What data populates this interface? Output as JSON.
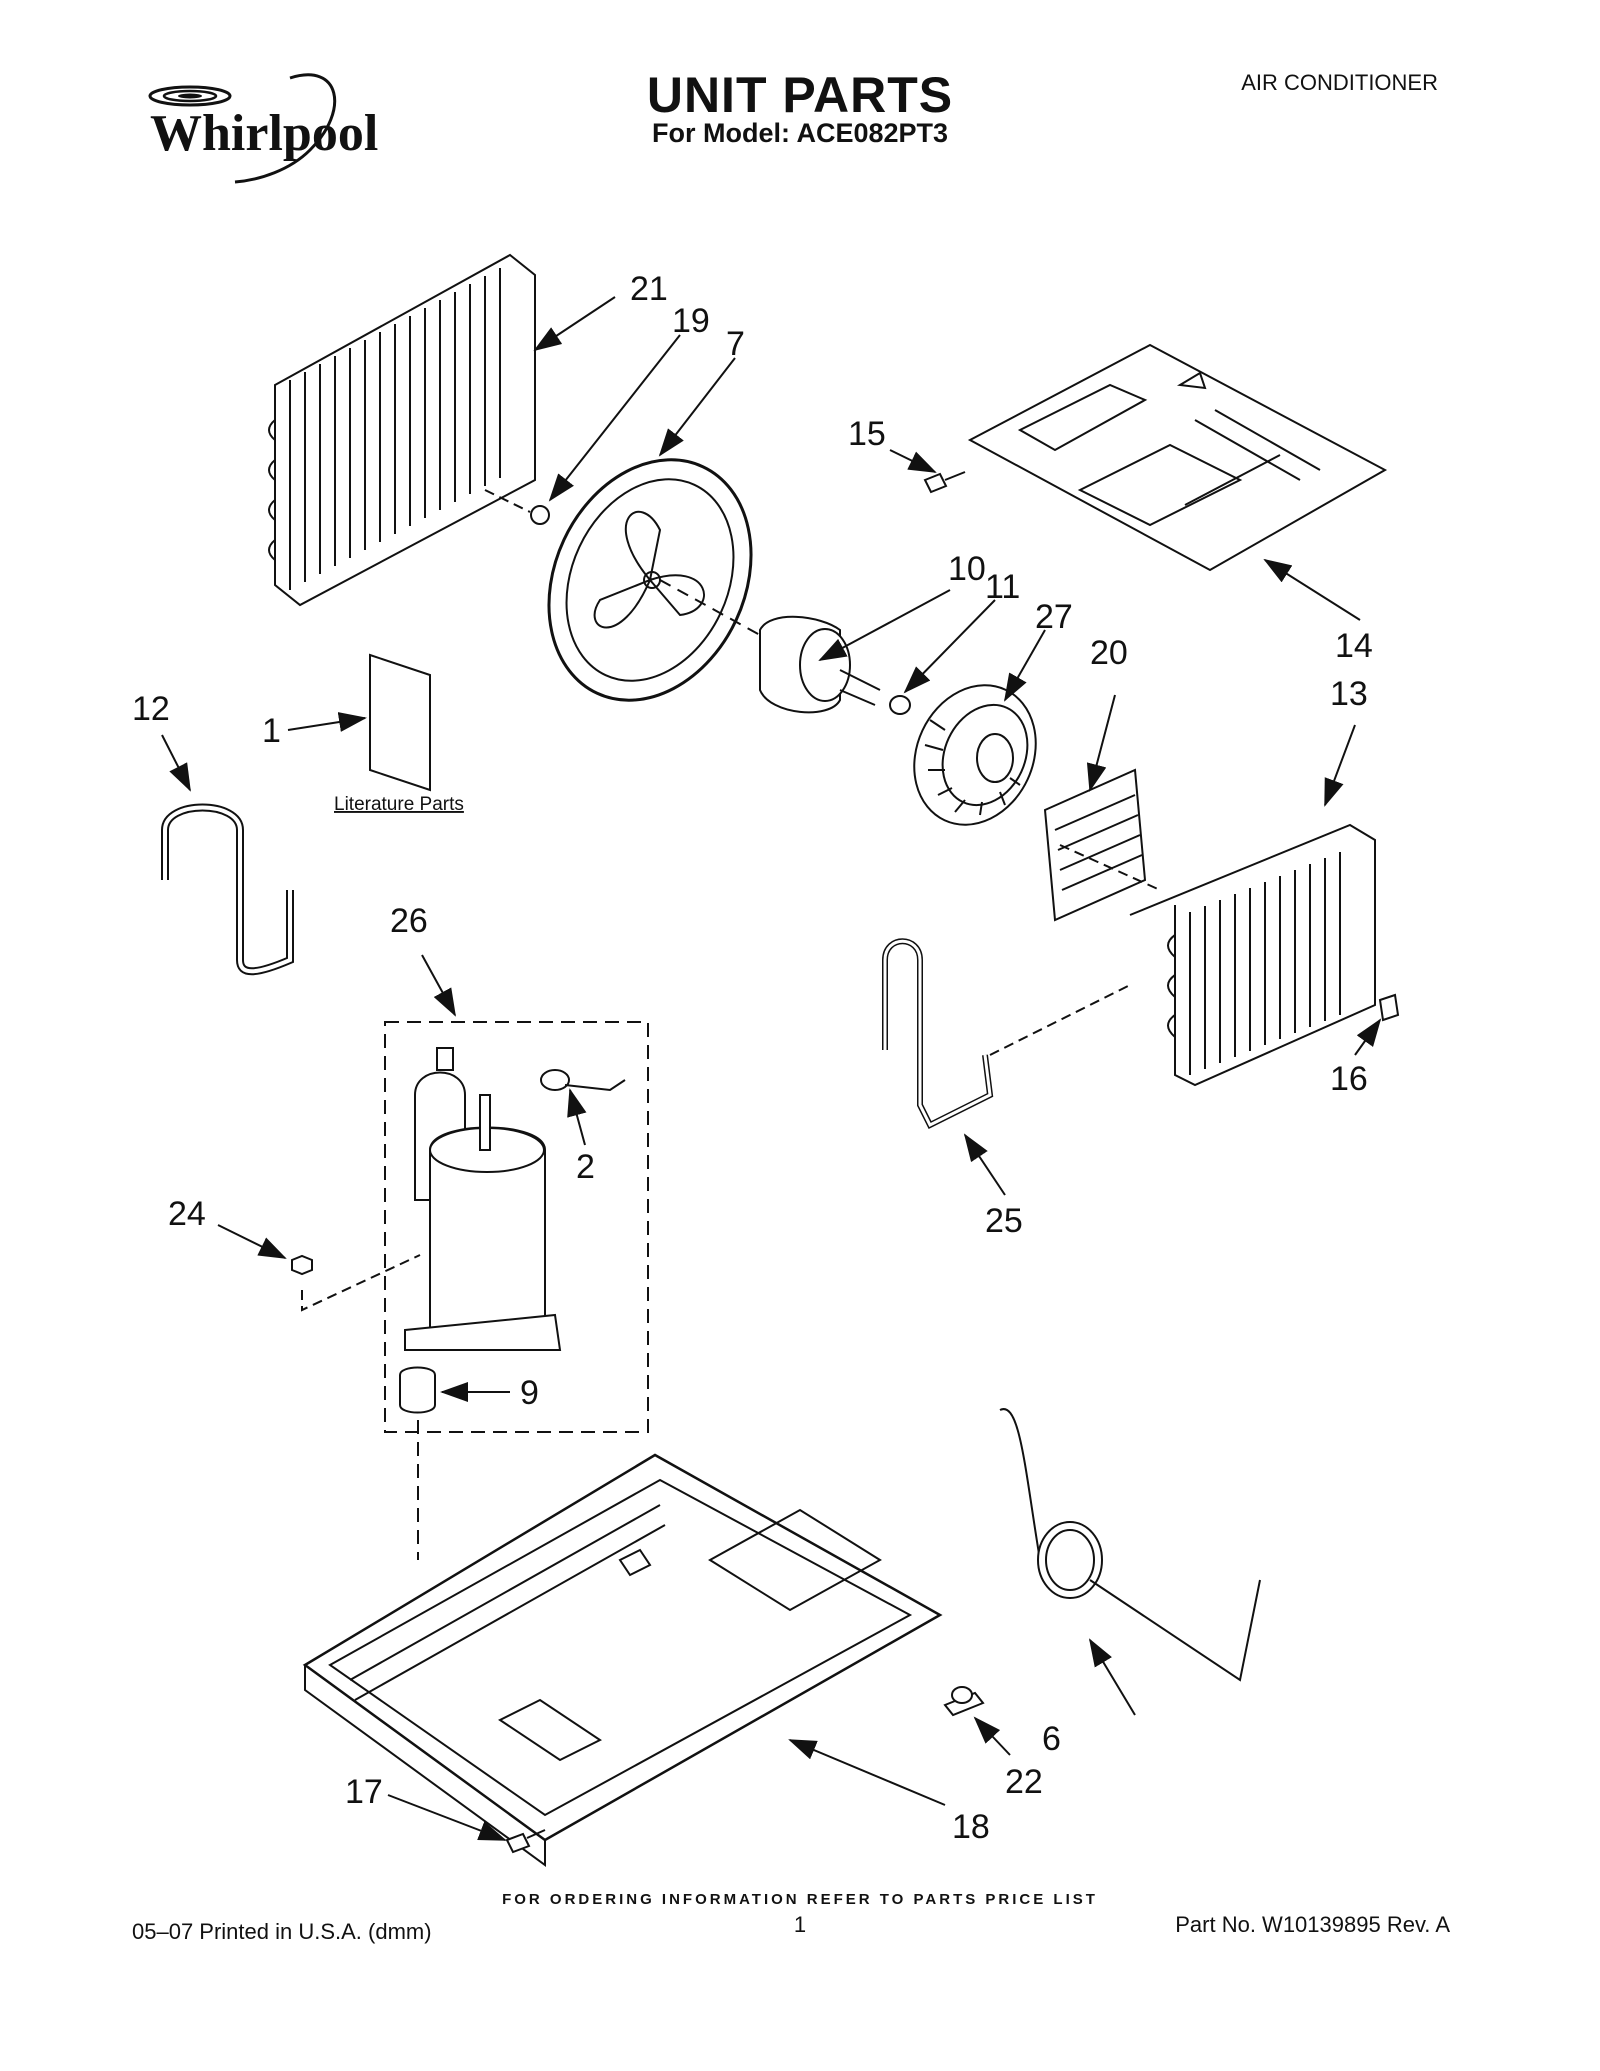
{
  "header": {
    "brand": "Whirlpool",
    "title": "UNIT PARTS",
    "subtitle": "For Model: ACE082PT3",
    "category": "AIR CONDITIONER"
  },
  "diagram": {
    "literature_label": "Literature Parts",
    "callouts": [
      "21",
      "19",
      "7",
      "15",
      "14",
      "10",
      "11",
      "27",
      "20",
      "13",
      "12",
      "1",
      "26",
      "2",
      "24",
      "9",
      "25",
      "16",
      "6",
      "22",
      "17",
      "18"
    ]
  },
  "footer": {
    "ordering_note": "FOR ORDERING INFORMATION REFER TO PARTS PRICE LIST",
    "printed": "05–07 Printed in U.S.A. (dmm)",
    "page_number": "1",
    "part_number": "Part No. W10139895 Rev. A"
  }
}
